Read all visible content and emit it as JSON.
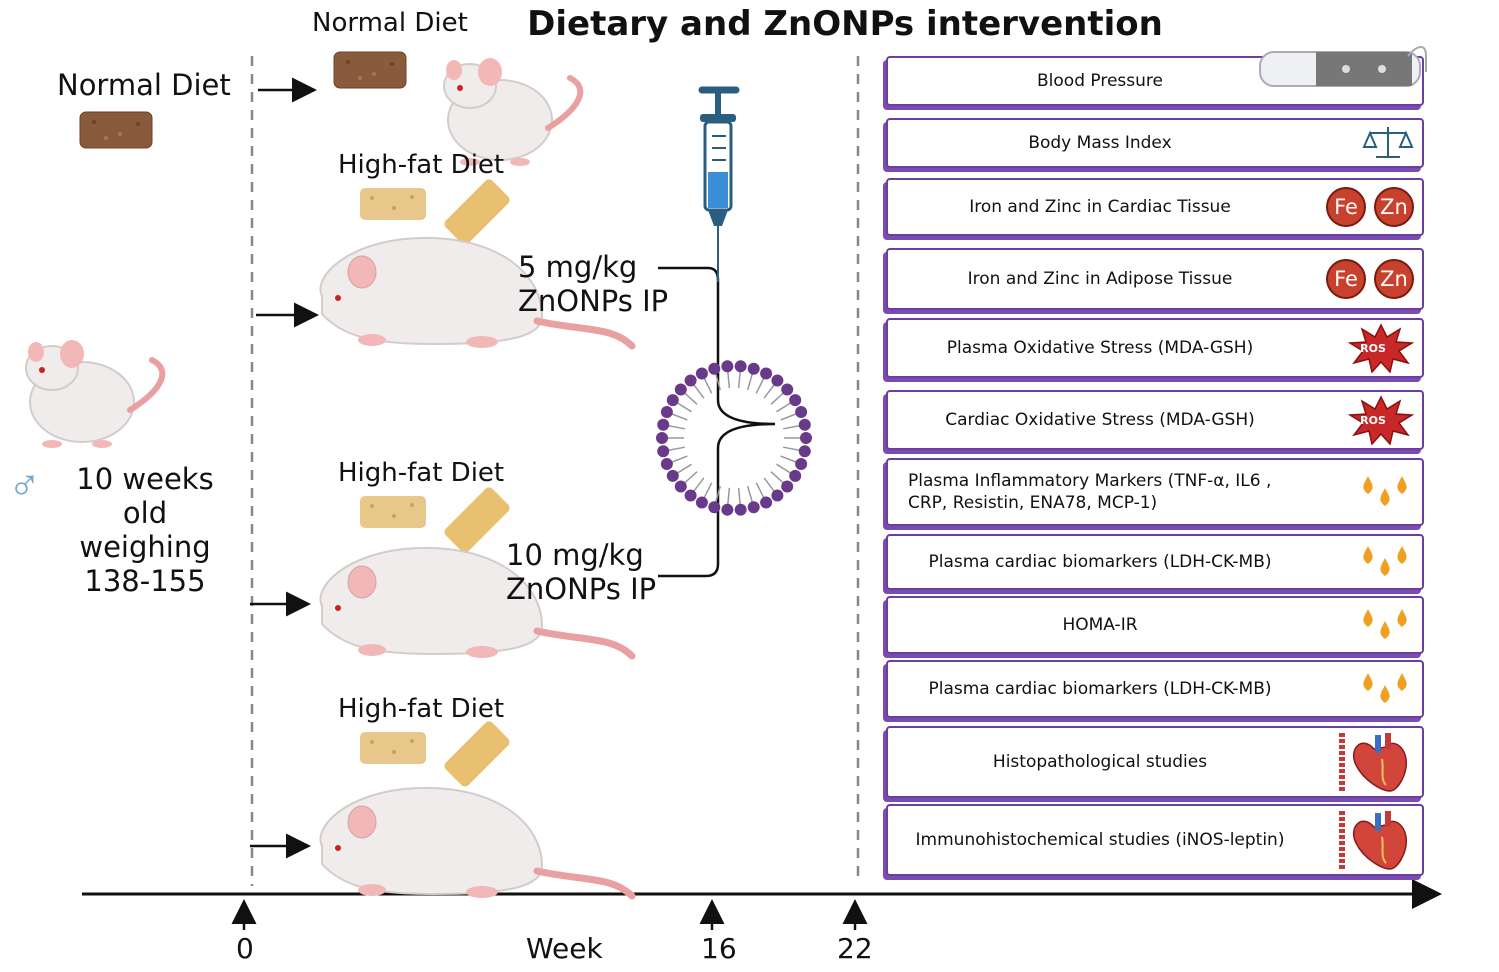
{
  "title": "Dietary and ZnONPs intervention",
  "left": {
    "normal_diet": "Normal Diet",
    "mouse_info": [
      "10 weeks old",
      "weighing",
      "138-155"
    ]
  },
  "groups": [
    {
      "diet": "Normal Diet"
    },
    {
      "diet": "High-fat Diet",
      "dose_line1": "5 mg/kg",
      "dose_line2": "ZnONPs IP"
    },
    {
      "diet": "High-fat Diet",
      "dose_line1": "10 mg/kg",
      "dose_line2": "ZnONPs IP"
    },
    {
      "diet": "High-fat Diet"
    }
  ],
  "timeline": {
    "axis_label": "Week",
    "marks": [
      "0",
      "16",
      "22"
    ]
  },
  "outcomes": [
    {
      "label": "Blood Pressure",
      "icon": "blood-pressure-cuff-icon"
    },
    {
      "label": "Body Mass Index",
      "icon": "scale-icon"
    },
    {
      "label": "Iron and Zinc in Cardiac Tissue",
      "icon": "fe-zn-icon",
      "badges": [
        "Fe",
        "Zn"
      ]
    },
    {
      "label": "Iron and Zinc in Adipose Tissue",
      "icon": "fe-zn-icon",
      "badges": [
        "Fe",
        "Zn"
      ]
    },
    {
      "label": "Plasma Oxidative Stress (MDA-GSH)",
      "icon": "ros-icon",
      "badge_text": "ROS"
    },
    {
      "label": "Cardiac Oxidative Stress (MDA-GSH)",
      "icon": "ros-icon",
      "badge_text": "ROS"
    },
    {
      "label": "Plasma Inflammatory Markers (TNF-α, IL6 , CRP, Resistin, ENA78, MCP-1)",
      "icon": "blood-drops-icon"
    },
    {
      "label": "Plasma cardiac biomarkers (LDH-CK-MB)",
      "icon": "blood-drops-icon"
    },
    {
      "label": "HOMA-IR",
      "icon": "blood-drops-icon"
    },
    {
      "label": "Plasma cardiac biomarkers (LDH-CK-MB)",
      "icon": "blood-drops-icon"
    },
    {
      "label": "Histopathological studies",
      "icon": "heart-aorta-icon"
    },
    {
      "label": "Immunohistochemical studies (iNOS-leptin)",
      "icon": "heart-aorta-icon"
    }
  ],
  "colors": {
    "panel_border": "#6a3fa0",
    "badge": "#c8412c",
    "ros": "#c82828",
    "drop": "#f0a020",
    "nanoparticle": "#6a3a8a",
    "male_symbol": "#6fa8d2"
  }
}
